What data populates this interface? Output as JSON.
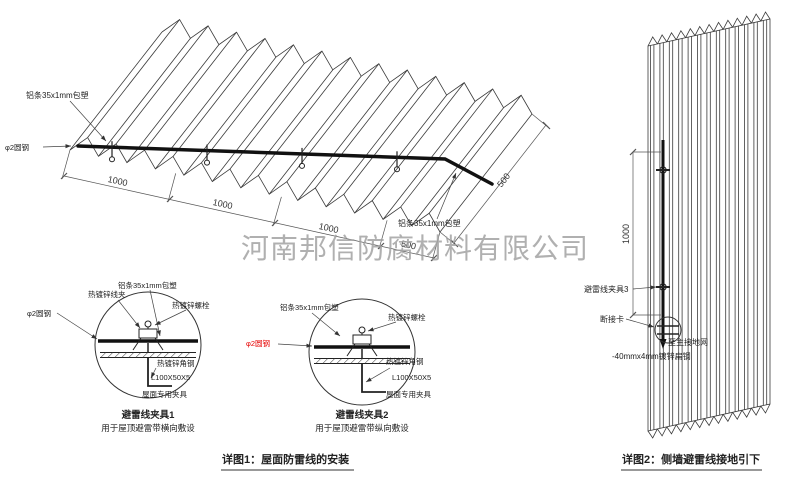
{
  "watermark": {
    "text": "河南邦信防腐材料有限公司"
  },
  "roof": {
    "label_strip_top": "铝条35x1mm包塑",
    "label_rod": "φ2圆钢",
    "label_strip_right": "铝条35x1mm包塑",
    "dims": {
      "a": "1000",
      "b": "1000",
      "c": "1000",
      "d": "500",
      "e": "500"
    }
  },
  "detail1": {
    "labels": {
      "clamp": "热镀锌线夹",
      "strip": "铝条35x1mm包塑",
      "bolt": "热镀锌螺栓",
      "rod": "φ2圆钢",
      "angle": "热镀锌角钢",
      "angle_size": "L100X50X5",
      "fixture": "屋面专用夹具"
    },
    "title": "避雷线夹具1",
    "subtitle": "用于屋顶避雷带横向敷设"
  },
  "detail2": {
    "labels": {
      "strip": "铝条35x1mm包塑",
      "bolt": "热镀锌螺栓",
      "rod": "φ2圆钢",
      "angle": "热镀锌角钢",
      "angle_size": "L100X50X5",
      "fixture": "屋面专用夹具"
    },
    "title": "避雷线夹具2",
    "subtitle": "用于屋顶避雷带纵向敷设"
  },
  "wall": {
    "dim": "1000",
    "clamp3": "避雷线夹具3",
    "card": "断接卡",
    "to_ground": "至主接地网",
    "flat_steel": "-40mmx4mm镀锌扁钢"
  },
  "captions": {
    "detail1": "详图1：屋面防雷线的安装",
    "detail2": "详图2：侧墙避雷线接地引下"
  },
  "colors": {
    "line": "#333333",
    "red": "#e60000",
    "watermark": "#a3a3a3"
  }
}
